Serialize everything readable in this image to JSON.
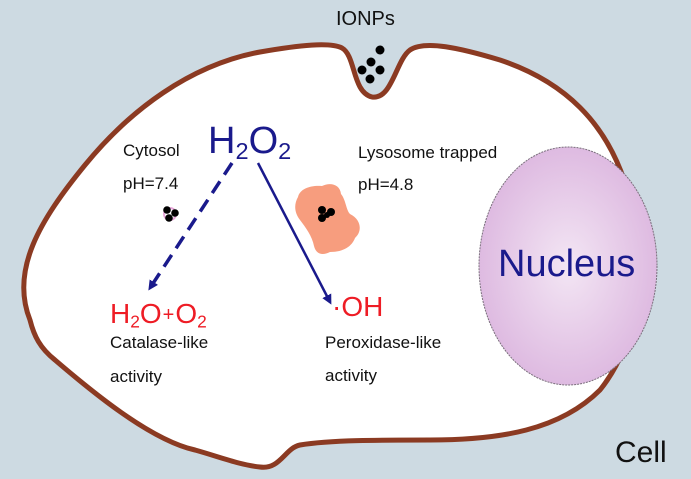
{
  "title": "IONP enzyme-mimetic activity in the cell",
  "labels": {
    "ionps": "IONPs",
    "cytosol": "Cytosol",
    "cytosol_ph": "pH=7.4",
    "lysosome": "Lysosome trapped",
    "lysosome_ph": "pH=4.8",
    "nucleus": "Nucleus",
    "cell": "Cell",
    "catalase_line1": "Catalase-like",
    "catalase_line2": "activity",
    "peroxidase_line1": "Peroxidase-like",
    "peroxidase_line2": "activity"
  },
  "chem": {
    "h2o2": {
      "a": "H",
      "sub1": "2",
      "b": "O",
      "sub2": "2"
    },
    "catalase_product": {
      "a": "H",
      "sub1": "2",
      "b": "O",
      "plus": "+",
      "c": "O",
      "sub2": "2"
    },
    "peroxidase_product": "·OH"
  },
  "colors": {
    "background": "#cddae2",
    "membrane": "#8b3a22",
    "cell_fill": "#ffffff",
    "reactant": "#1a1a8c",
    "product": "#ee1c25",
    "lysosome": "#f79d7e",
    "nucleus_fill": "#e2c3e4",
    "particle": "#000000"
  }
}
